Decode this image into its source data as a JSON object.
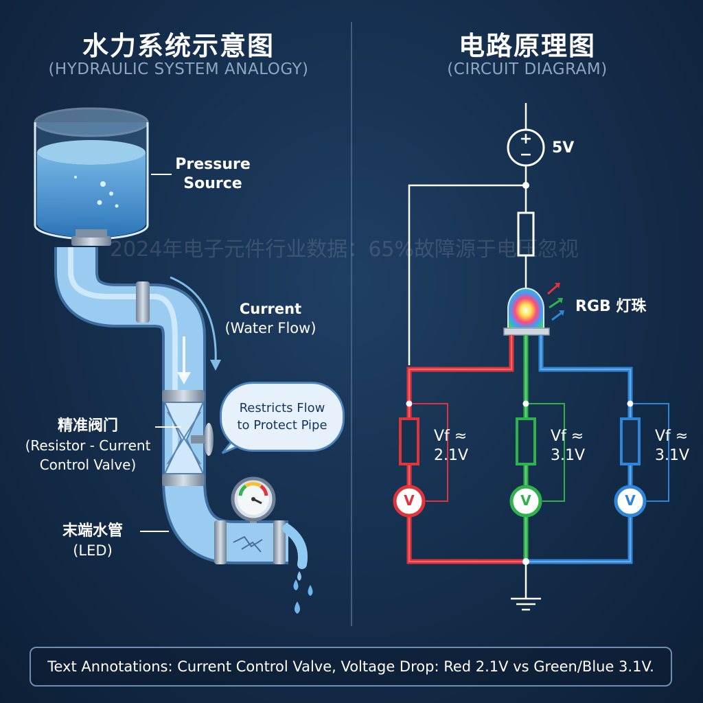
{
  "left": {
    "title": "水力系统示意图",
    "subtitle": "(HYDRAULIC SYSTEM ANALOGY)",
    "pressure_source": {
      "line1": "Pressure",
      "line2": "Source"
    },
    "current": {
      "line1": "Current",
      "line2": "(Water Flow)"
    },
    "bubble": {
      "line1": "Restricts Flow",
      "line2": "to Protect Pipe"
    },
    "valve": {
      "line1": "精准阀门",
      "line2": "(Resistor - Current",
      "line3": "Control Valve)"
    },
    "pipe_end": {
      "line1": "末端水管",
      "line2": "(LED)"
    }
  },
  "right": {
    "title": "电路原理图",
    "subtitle": "(CIRCUIT DIAGRAM)",
    "source_voltage": "5V",
    "source_plus": "+",
    "source_minus": "−",
    "led_label": "RGB 灯珠",
    "branches": [
      {
        "color": "#e0343a",
        "vf_line1": "Vf ≈",
        "vf_line2": "2.1V",
        "meter": "V"
      },
      {
        "color": "#2fb24c",
        "vf_line1": "Vf ≈",
        "vf_line2": "3.1V",
        "meter": "V"
      },
      {
        "color": "#2f86d8",
        "vf_line1": "Vf ≈",
        "vf_line2": "3.1V",
        "meter": "V"
      }
    ]
  },
  "watermark": "2024年电子元件行业数据：65%故障源于电压忽视",
  "footer": "Text Annotations: Current Control Valve, Voltage Drop: Red 2.1V vs Green/Blue 3.1V."
}
